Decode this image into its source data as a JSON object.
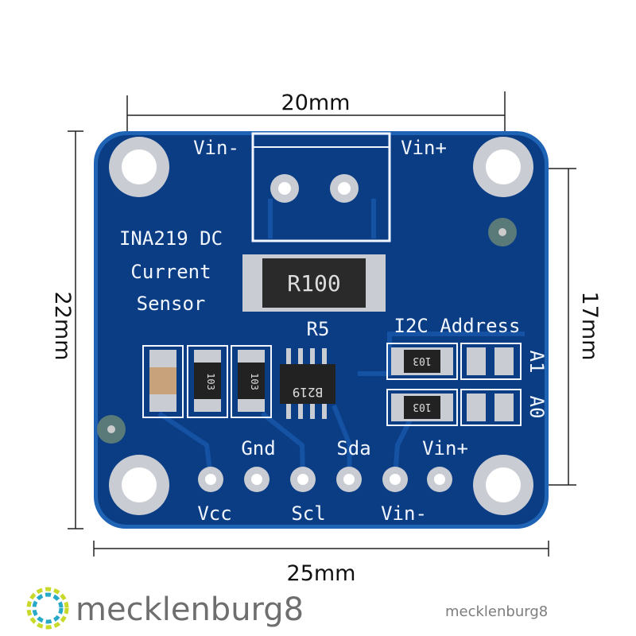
{
  "dimensions": {
    "top": "20mm",
    "left": "22mm",
    "right": "17mm",
    "bottom": "25mm"
  },
  "board": {
    "title_line1": "INA219 DC",
    "title_line2": "Current",
    "title_line3": "Sensor",
    "vin_minus_top": "Vin-",
    "vin_plus_top": "Vin+",
    "shunt_marking": "R100",
    "shunt_ref": "R5",
    "ic_marking": "B219",
    "resistor_marking": "103",
    "i2c_label": "I2C Address",
    "addr_a1": "A1",
    "addr_a0": "A0",
    "pins_top": [
      "Gnd",
      "Sda",
      "Vin+"
    ],
    "pins_bottom": [
      "Vcc",
      "Scl",
      "Vin-"
    ]
  },
  "watermark": {
    "text": "mecklenburg8",
    "text_small": "mecklenburg8"
  },
  "colors": {
    "board": "#0b3d85",
    "board_edge": "#1f63b5",
    "silk": "#f2f6ff",
    "pad": "#c9ccd2"
  }
}
